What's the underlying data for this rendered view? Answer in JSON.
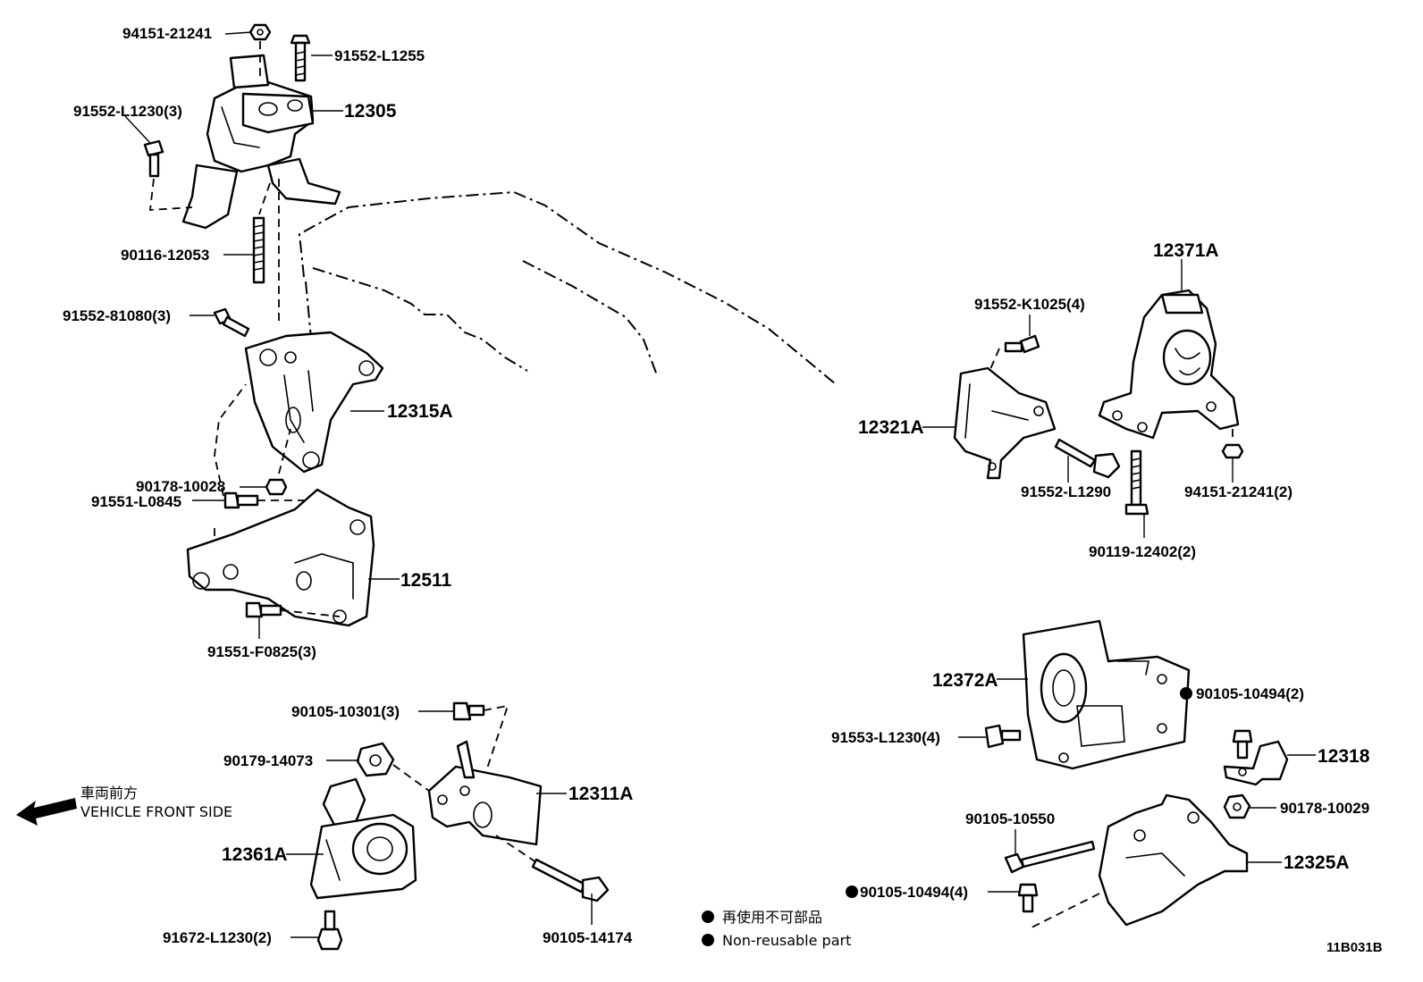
{
  "labels": {
    "p94151_21241_top": "94151-21241",
    "p91552_L1255": "91552-L1255",
    "p91552_L1230_3": "91552-L1230(3)",
    "p12305": "12305",
    "p90116_12053": "90116-12053",
    "p91552_81080_3": "91552-81080(3)",
    "p12315A": "12315A",
    "p90178_10028": "90178-10028",
    "p91551_L0845": "91551-L0845",
    "p12511": "12511",
    "p91551_F0825_3": "91551-F0825(3)",
    "p90105_10301_3": "90105-10301(3)",
    "p90179_14073": "90179-14073",
    "p12311A": "12311A",
    "p12361A": "12361A",
    "p91672_L1230_2": "91672-L1230(2)",
    "p90105_14174": "90105-14174",
    "p12371A": "12371A",
    "p91552_K1025_4": "91552-K1025(4)",
    "p12321A": "12321A",
    "p91552_L1290": "91552-L1290",
    "p94151_21241_2": "94151-21241(2)",
    "p90119_12402_2": "90119-12402(2)",
    "p12372A": "12372A",
    "p90105_10494_2": "90105-10494(2)",
    "p91553_L1230_4": "91553-L1230(4)",
    "p12318": "12318",
    "p90105_10550": "90105-10550",
    "p90178_10029": "90178-10029",
    "p12325A": "12325A",
    "p90105_10494_4": "90105-10494(4)"
  },
  "direction": {
    "jp": "車両前方",
    "en": "VEHICLE FRONT SIDE"
  },
  "legend": {
    "jp": "再使用不可部品",
    "en": "Non-reusable part"
  },
  "diagram_code": "11B031B"
}
